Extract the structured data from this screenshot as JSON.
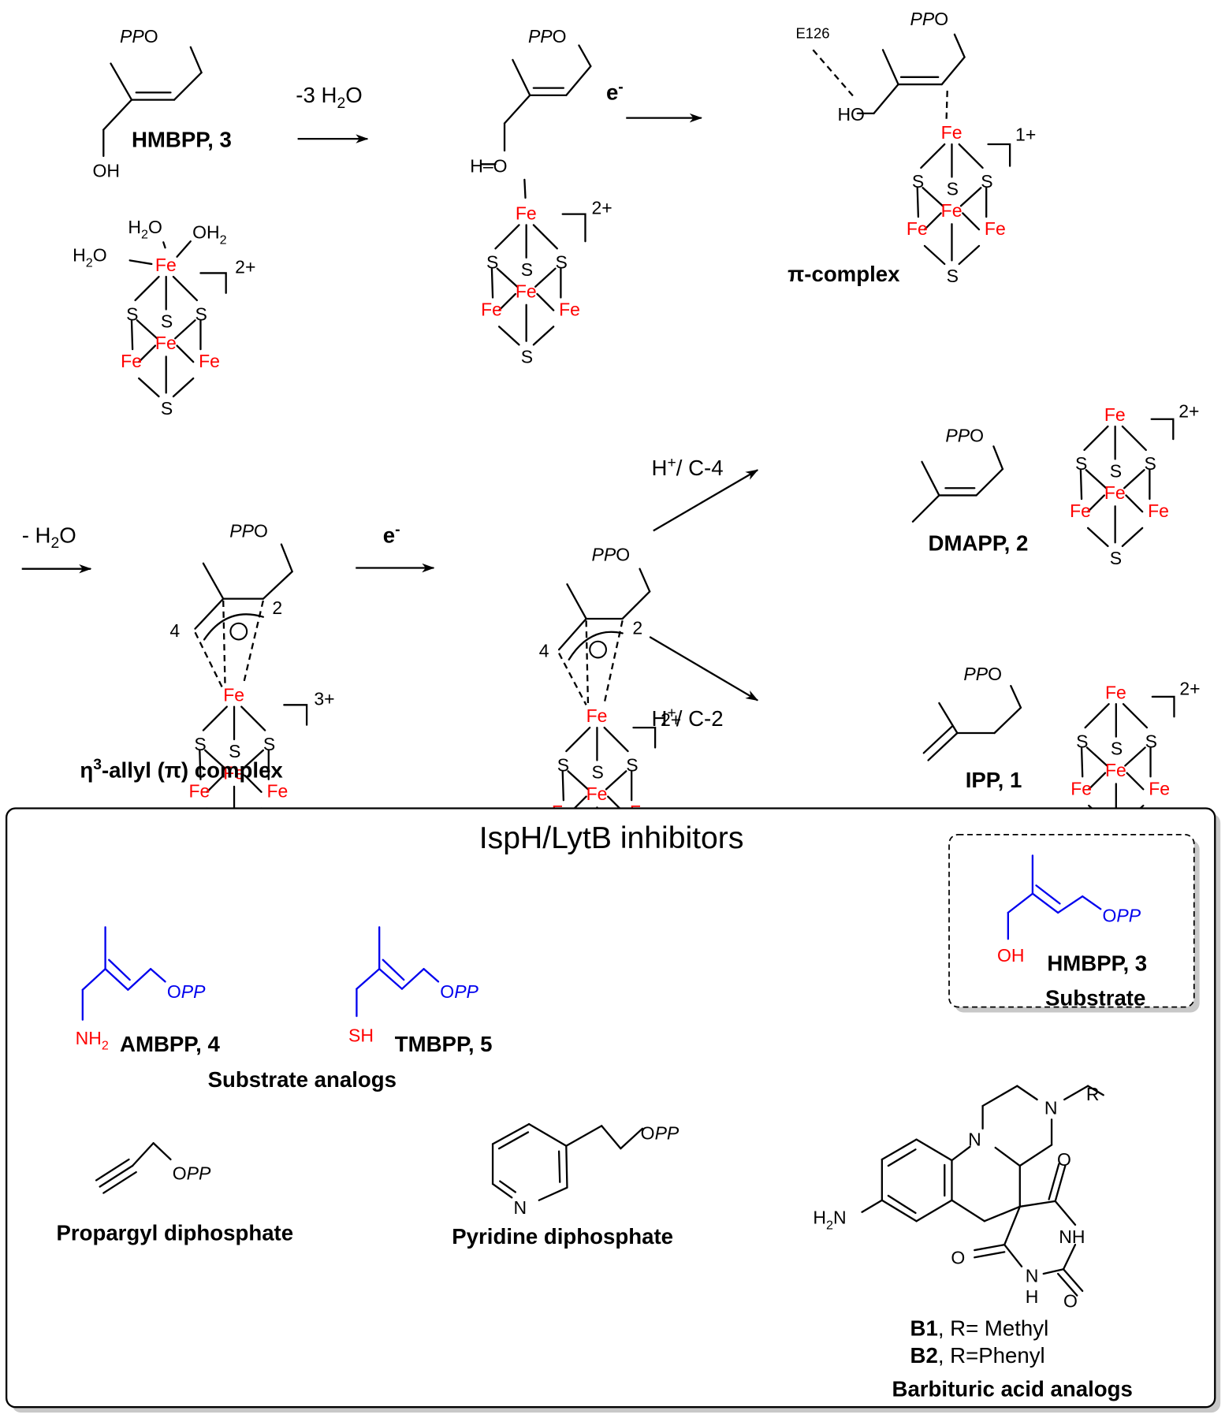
{
  "figure": {
    "top_scheme": {
      "hmbpp": {
        "ppo": "PPO",
        "oh": "OH",
        "label": "HMBPP,  3"
      },
      "resting_cluster": {
        "h2o_top": "H2O",
        "oh2": "OH2",
        "h2o_left": "H2O",
        "charge": "2+"
      },
      "step1_condition": "-3 H2O",
      "alkoxide_complex": {
        "ppo": "PPO",
        "ho": "H–O",
        "charge": "2+"
      },
      "step2_condition": "e-",
      "pi_complex": {
        "ppo": "PPO",
        "residue": "E126",
        "ho": "HO",
        "charge": "1+",
        "label": "π-complex"
      },
      "step3_condition": "- H2O",
      "allyl_complex": {
        "ppo": "PPO",
        "c4": "4",
        "c2": "2",
        "anion": "⊖",
        "charge": "3+",
        "label": "η3-allyl (π) complex"
      },
      "step4_condition": "e-",
      "reduced_complex": {
        "ppo": "PPO",
        "c4": "4",
        "c2": "2",
        "anion": "⊖",
        "charge": "2+"
      },
      "branch_top_condition": "H+/ C-4",
      "branch_bottom_condition": "H+/ C-2",
      "dmapp": {
        "ppo": "PPO",
        "label": "DMAPP,  2",
        "charge": "2+"
      },
      "ipp": {
        "ppo": "PPO",
        "label": "IPP,  1",
        "charge": "2+"
      }
    },
    "cluster_atoms": {
      "fe": "Fe",
      "s": "S"
    },
    "inhibitor_panel": {
      "title": "IspH/LytB inhibitors",
      "ambpp": {
        "group": "NH2",
        "opp": "OPP",
        "label": "AMBPP, 4"
      },
      "tmbpp": {
        "group": "SH",
        "opp": "OPP",
        "label": "TMBPP,  5"
      },
      "substrate_analogs_label": "Substrate analogs",
      "substrate_box": {
        "group": "OH",
        "opp": "OPP",
        "label": "HMBPP,  3",
        "sublabel": "Substrate"
      },
      "propargyl": {
        "opp": "OPP",
        "label": "Propargyl diphosphate"
      },
      "pyridine": {
        "n": "N",
        "opp": "OPP",
        "label": "Pyridine diphosphate"
      },
      "barbiturate": {
        "h2n": "H2N",
        "n1": "N",
        "n2": "N",
        "r": "R",
        "o1": "O",
        "o2": "O",
        "o3": "O",
        "nh": "NH",
        "nh2_n": "N",
        "nh2_h": "H",
        "variants": [
          {
            "code": "B1",
            "desc": ", R= Methyl"
          },
          {
            "code": "B2",
            "desc": ", R=Phenyl"
          }
        ],
        "label": "Barbituric acid analogs"
      }
    },
    "colors": {
      "iron": "#ff0000",
      "heteroatom_highlight": "#ff0000",
      "analog_skeleton": "#0000ee",
      "bonds": "#000000"
    }
  }
}
